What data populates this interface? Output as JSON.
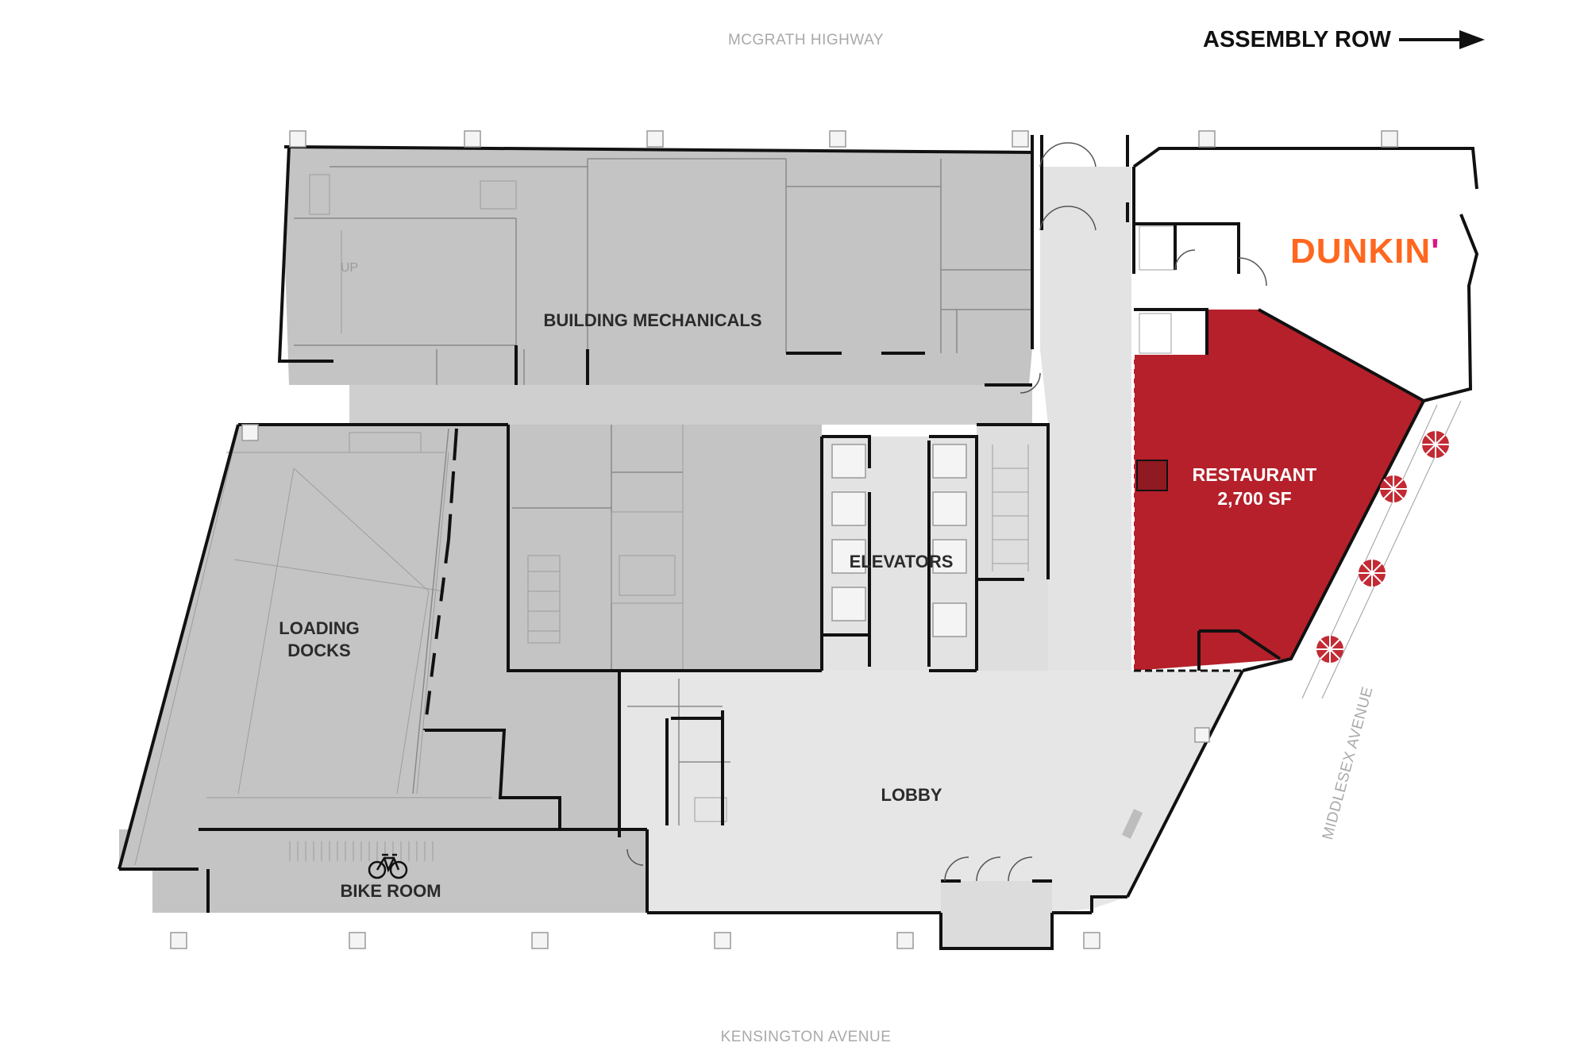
{
  "streets": {
    "north": "MCGRATH HIGHWAY",
    "south": "KENSINGTON AVENUE",
    "east": "MIDDLESEX AVENUE"
  },
  "callout": {
    "label": "ASSEMBLY ROW",
    "arrow_icon": "right-arrow-icon"
  },
  "rooms": {
    "mechanicals": "BUILDING MECHANICALS",
    "loading_line1": "LOADING",
    "loading_line2": "DOCKS",
    "elevators": "ELEVATORS",
    "lobby": "LOBBY",
    "bike": "BIKE ROOM",
    "bike_icon": "bicycle-icon",
    "restaurant": "RESTAURANT",
    "restaurant_area": "2,700 SF",
    "stair_up": "UP"
  },
  "tenant": {
    "brand": "DUNKIN'",
    "colors": {
      "orange": "#ff671f",
      "pink": "#da1884"
    }
  },
  "colors": {
    "back_of_house": "#c4c4c4",
    "corridor": "#e3e3e3",
    "lobby": "#e6e6e6",
    "restaurant": "#b5202a",
    "tenant_space": "#ffffff"
  }
}
